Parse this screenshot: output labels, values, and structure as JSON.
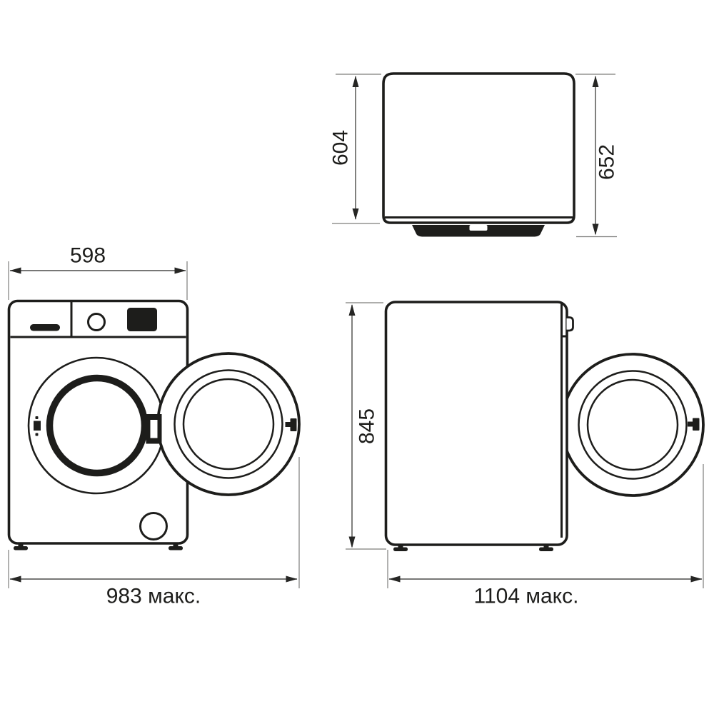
{
  "colors": {
    "ink": "#1d1d1b",
    "background": "#ffffff"
  },
  "views": {
    "top": {
      "dim_body_depth": "604",
      "dim_overall_depth": "652"
    },
    "front": {
      "dim_width": "598",
      "dim_max_width_door_open": "983 макс."
    },
    "side": {
      "dim_height": "845",
      "dim_max_depth_door_open": "1104 макс."
    }
  }
}
